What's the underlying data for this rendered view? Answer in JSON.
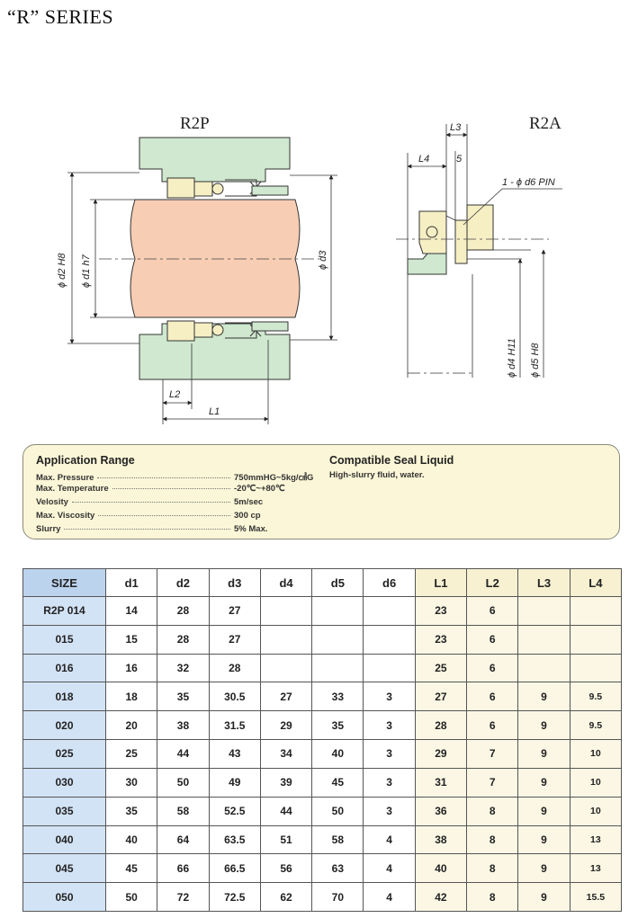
{
  "title": "“R” SERIES",
  "diagram": {
    "left_title": "R2P",
    "right_title": "R2A",
    "labels": {
      "d2": "ϕ d2 H8",
      "d1": "ϕ d1 h7",
      "d3": "ϕ d3",
      "L1": "L1",
      "L2": "L2",
      "L3": "L3",
      "L4": "L4",
      "five": "5",
      "pin": "1 - ϕ d6 PIN",
      "d4": "ϕ d4 H11",
      "d5": "ϕ d5 H8"
    }
  },
  "application": {
    "heading": "Application Range",
    "rows": [
      {
        "label": "Max. Pressure",
        "value": "750mmHG~5kg/㎠G"
      },
      {
        "label": "Max. Temperature",
        "value": "-20℃~+80℃"
      },
      {
        "label": "Velosity",
        "value": "5m/sec"
      },
      {
        "label": "Max. Viscosity",
        "value": "300 cp"
      },
      {
        "label": "Slurry",
        "value": "5% Max."
      }
    ],
    "liquid_heading": "Compatible Seal Liquid",
    "liquid_text": "High-slurry fluid, water."
  },
  "table": {
    "headers": [
      "SIZE",
      "d1",
      "d2",
      "d3",
      "d4",
      "d5",
      "d6",
      "L1",
      "L2",
      "L3",
      "L4"
    ],
    "rows": [
      [
        "R2P 014",
        "14",
        "28",
        "27",
        "",
        "",
        "",
        "23",
        "6",
        "",
        ""
      ],
      [
        "015",
        "15",
        "28",
        "27",
        "",
        "",
        "",
        "23",
        "6",
        "",
        ""
      ],
      [
        "016",
        "16",
        "32",
        "28",
        "",
        "",
        "",
        "25",
        "6",
        "",
        ""
      ],
      [
        "018",
        "18",
        "35",
        "30.5",
        "27",
        "33",
        "3",
        "27",
        "6",
        "9",
        "9.5"
      ],
      [
        "020",
        "20",
        "38",
        "31.5",
        "29",
        "35",
        "3",
        "28",
        "6",
        "9",
        "9.5"
      ],
      [
        "025",
        "25",
        "44",
        "43",
        "34",
        "40",
        "3",
        "29",
        "7",
        "9",
        "10"
      ],
      [
        "030",
        "30",
        "50",
        "49",
        "39",
        "45",
        "3",
        "31",
        "7",
        "9",
        "10"
      ],
      [
        "035",
        "35",
        "58",
        "52.5",
        "44",
        "50",
        "3",
        "36",
        "8",
        "9",
        "10"
      ],
      [
        "040",
        "40",
        "64",
        "63.5",
        "51",
        "58",
        "4",
        "38",
        "8",
        "9",
        "13"
      ],
      [
        "045",
        "45",
        "66",
        "66.5",
        "56",
        "63",
        "4",
        "40",
        "8",
        "9",
        "13"
      ],
      [
        "050",
        "50",
        "72",
        "72.5",
        "62",
        "70",
        "4",
        "42",
        "8",
        "9",
        "15.5"
      ]
    ]
  },
  "colors": {
    "housing_green": "#cfe8cf",
    "shaft_salmon": "#f7cdb4",
    "seal_yellow": "#f6efc4",
    "size_blue": "#d3e3f6",
    "box_cream": "#fbf6d7"
  }
}
